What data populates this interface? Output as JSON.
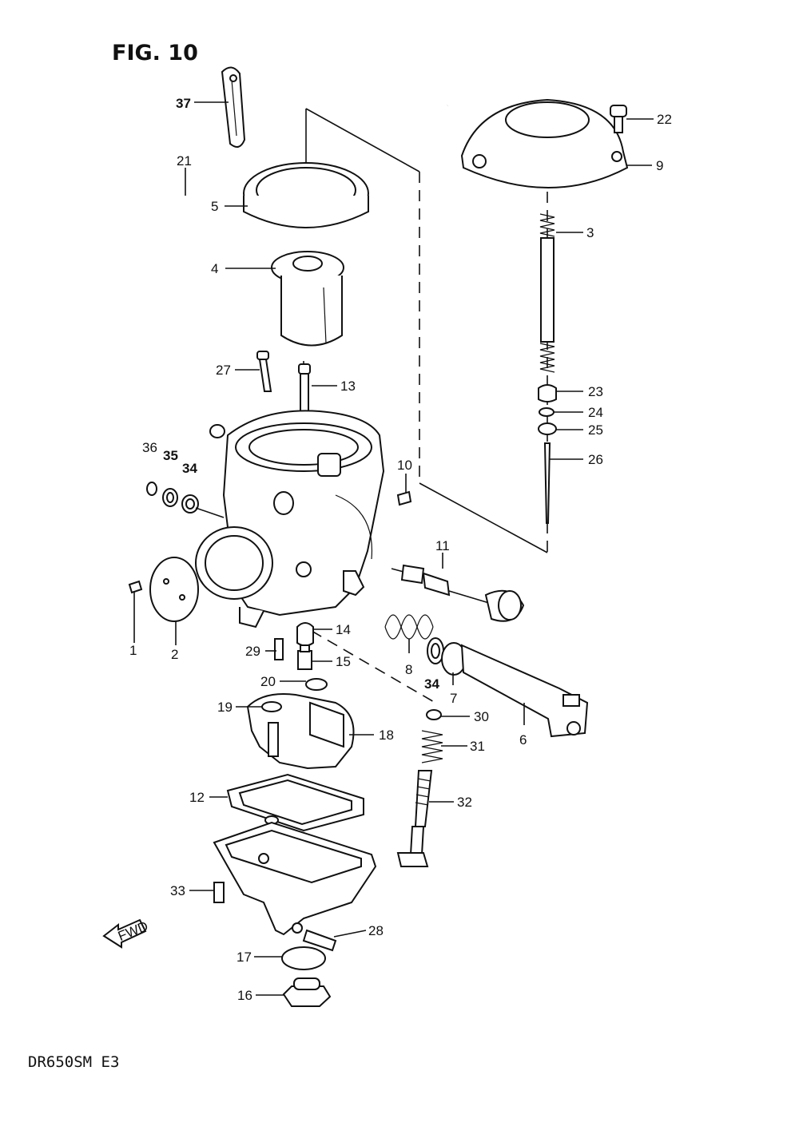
{
  "title": "FIG. 10",
  "model": "DR650SM  E3",
  "fwd_label": "FWD",
  "callouts": {
    "1": "1",
    "2": "2",
    "3": "3",
    "4": "4",
    "5": "5",
    "6": "6",
    "7": "7",
    "8": "8",
    "9": "9",
    "10": "10",
    "11": "11",
    "12": "12",
    "13": "13",
    "14": "14",
    "15": "15",
    "16": "16",
    "17": "17",
    "18": "18",
    "19": "19",
    "20": "20",
    "21": "21",
    "22": "22",
    "23": "23",
    "24": "24",
    "25": "25",
    "26": "26",
    "27": "27",
    "28": "28",
    "29": "29",
    "30": "30",
    "31": "31",
    "32": "32",
    "33": "33",
    "34a": "34",
    "34b": "34",
    "35": "35",
    "36": "36",
    "37": "37"
  }
}
